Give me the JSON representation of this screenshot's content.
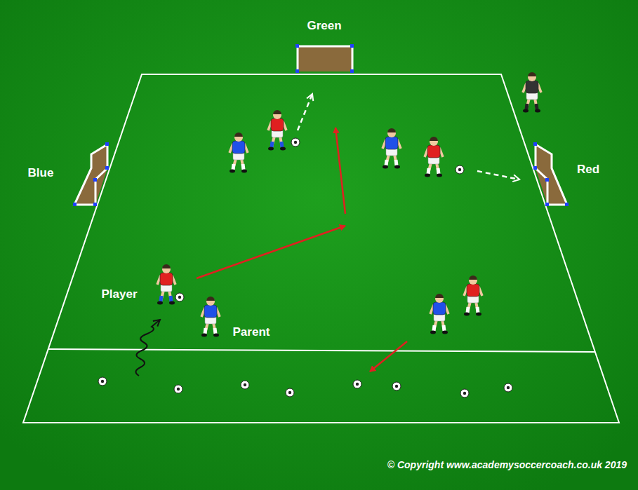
{
  "diagram": {
    "labels": [
      "Green",
      "Blue",
      "Red",
      "Player",
      "Parent",
      "© Copyright www.academysoccercoach.co.uk 2019"
    ]
  }
}
